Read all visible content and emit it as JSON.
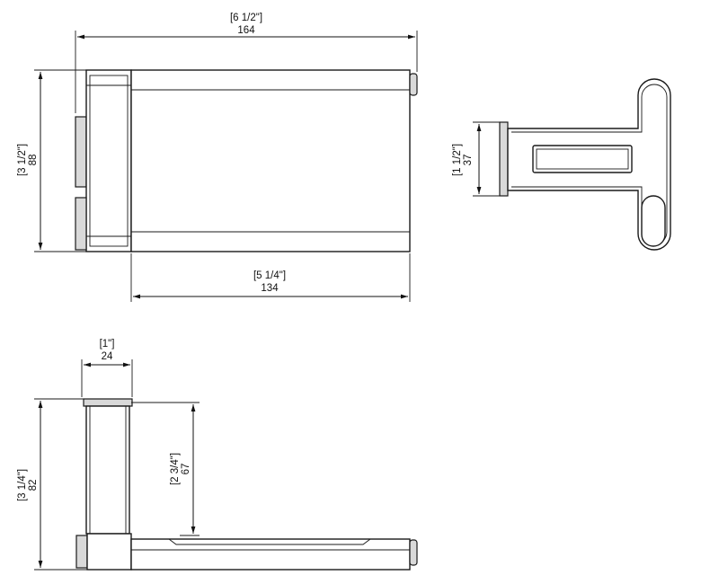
{
  "dimensions": {
    "overall_width": {
      "inch": "[6 1/2\"]",
      "mm": "164"
    },
    "overall_height": {
      "inch": "[3 1/2\"]",
      "mm": "88"
    },
    "rod_length": {
      "inch": "[5 1/4\"]",
      "mm": "134"
    },
    "bracket_height": {
      "inch": "[1 1/2\"]",
      "mm": "37"
    },
    "plate_width": {
      "inch": "[1\"]",
      "mm": "24"
    },
    "side_height": {
      "inch": "[3 1/4\"]",
      "mm": "82"
    },
    "projection": {
      "inch": "[2 3/4\"]",
      "mm": "67"
    }
  }
}
